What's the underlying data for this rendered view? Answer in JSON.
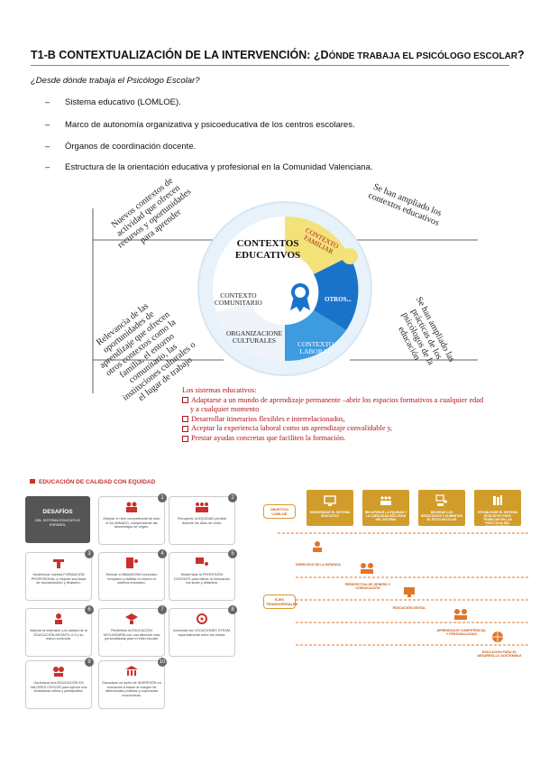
{
  "header": {
    "title_main": "T1-B CONTEXTUALIZACIÓN DE LA INTERVENCIÓN: ¿D",
    "title_sc": "ÓNDE TRABAJA EL PSICÓLOGO ESCOLAR",
    "title_end": "?"
  },
  "question": "¿Desde dónde trabaja el Psicólogo Escolar?",
  "bullets": [
    "Sistema educativo (LOMLOE).",
    "Marco de autonomía organizativa y psicoeducativa de los centros escolares.",
    "Órganos de coordinación docente.",
    "Estructura de la orientación educativa y profesional en la Comunidad Valenciana."
  ],
  "info1": {
    "top_left": "Nuevos contextos de\nactividad que ofrecen\nrecursos y oportunidades\npara aprender",
    "top_right": "Se han ampliado los\ncontextos educativos",
    "bottom_left": "Relevancia de las\noportunidades de\naprendizaje que ofrecen\notros contextos como la\nfamilia, el entorno\ncomunitario, las\ninstituciones culturales o\nel lugar de trabajo",
    "bottom_right": "Se han ampliado las\nprácticas de los\npsicólogos de la\neducación",
    "center_title_1": "CONTEXTOS",
    "center_title_2": "EDUCATIVOS",
    "familiar": "CONTEXTO\nFAMILIAR",
    "otros": "OTROS...",
    "comunitario": "CONTEXTO\nCOMUNITARIO",
    "organizaciones": "ORGANIZACIONE\nCULTURALES",
    "laboral": "CONTEXTO\nLABORAL",
    "sistemas_title": "Los sistemas educativos:",
    "sistemas": [
      "Adaptarse a un mundo de aprendizaje permanente –abrir los espacios formativos a cualquier edad",
      "y a cualquier momento",
      "Desarrollar itinerarios flexibles e interrelacionados,",
      "Aceptar la experiencia laboral como un aprendizaje convalidable y,",
      "Prestar ayudas concretas que faciliten la formación."
    ],
    "colors": {
      "familiar": "#f3e27a",
      "otros": "#1a73c9",
      "laboral": "#3d9be0",
      "ring": "#e7f2fb",
      "red": "#b1141a"
    }
  },
  "bottom_left": {
    "heading": "EDUCACIÓN DE CALIDAD CON EQUIDAD",
    "desafios_title": "DESAFÍOS",
    "desafios_sub": "DEL SISTEMA EDUCATIVO ESPAÑOL",
    "cards": [
      {
        "n": "1",
        "text": "Mejorar el nivel competencial de todo el ALUMNADO, compensando las desventajas de origen."
      },
      {
        "n": "2",
        "text": "Recuperar la EQUIDAD perdida durante los años de crisis."
      },
      {
        "n": "3",
        "text": "Modernizar nuestra FORMACIÓN PROFESIONAL y mejorar sus tasas de escolarización y titulación."
      },
      {
        "n": "4",
        "text": "Reducir el ABANDONO educativo temprano y facilitar el retorno al sistema educativo."
      },
      {
        "n": "5",
        "text": "Modernizar la PROFESIÓN DOCENTE para liderar la innovación curricular y didáctica."
      },
      {
        "n": "6",
        "text": "Mejorar la extensión y la calidad de la EDUCACIÓN INFANTIL 0-3 y su marco curricular."
      },
      {
        "n": "7",
        "text": "Flexibilizar la EDUCACIÓN SECUNDARIA con una atención más personalizada para el éxito escolar."
      },
      {
        "n": "8",
        "text": "Aumentar las VOCACIONES STEAM, especialmente entre las chicas."
      },
      {
        "n": "9",
        "text": "Garantizar una EDUCACIÓN EN VALORES CÍVICOS para ejercer una ciudadanía crítica y participativa."
      },
      {
        "n": "10",
        "text": "Garantizar un suelo de INVERSIÓN en educación a bases al margen de alternancias políticas y coyunturas económicas."
      }
    ]
  },
  "bottom_right": {
    "objetivo_label": "OBJETIVO LOMLOE",
    "ejes_label": "EJES TRANSVERSALES",
    "objetivos": [
      "MODERNIZAR EL SISTEMA EDUCATIVO",
      "RECUPERAR LA EQUIDAD Y LA CAPACIDAD INCLUSIVA DEL SISTEMA",
      "MEJORAR LOS RESULTADOS Y AUMENTAR EL ÉXITO ESCOLAR",
      "ESTABLECER EL SISTEMA EDUCATIVO PARA TRABAJAR EN LAS PRÁCTICAS DEL CONOCIMIENTO"
    ],
    "ejes": [
      "DERECHOS DE LA INFANCIA",
      "PERSPECTIVA DE GÉNERO Y COEDUCACIÓN",
      "EDUCACIÓN DIGITAL",
      "APRENDIZAJE COMPETENCIAL Y PERSONALIZADO",
      "EDUCACIÓN PARA EL DESARROLLO SOSTENIBLE"
    ],
    "colors": {
      "gold": "#d29c2b",
      "orange": "#e0762a"
    }
  }
}
